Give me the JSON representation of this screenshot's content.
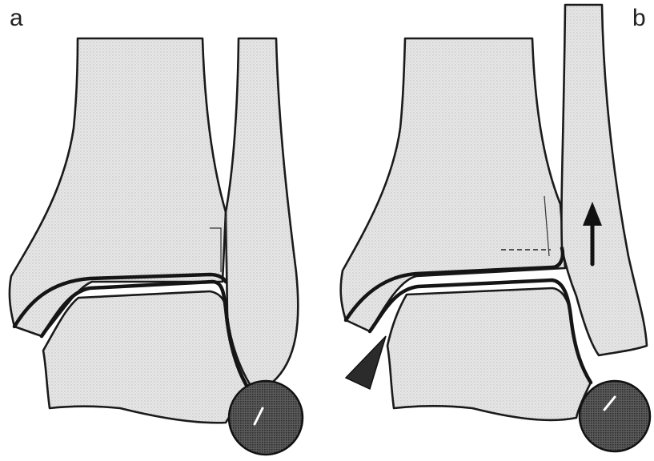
{
  "panels": [
    {
      "id": "a",
      "label": "a"
    },
    {
      "id": "b",
      "label": "b"
    }
  ],
  "colors": {
    "bone_fill": "#e4e4e4",
    "outline": "#1a1a1a",
    "sphere": "#3a3a3a"
  }
}
